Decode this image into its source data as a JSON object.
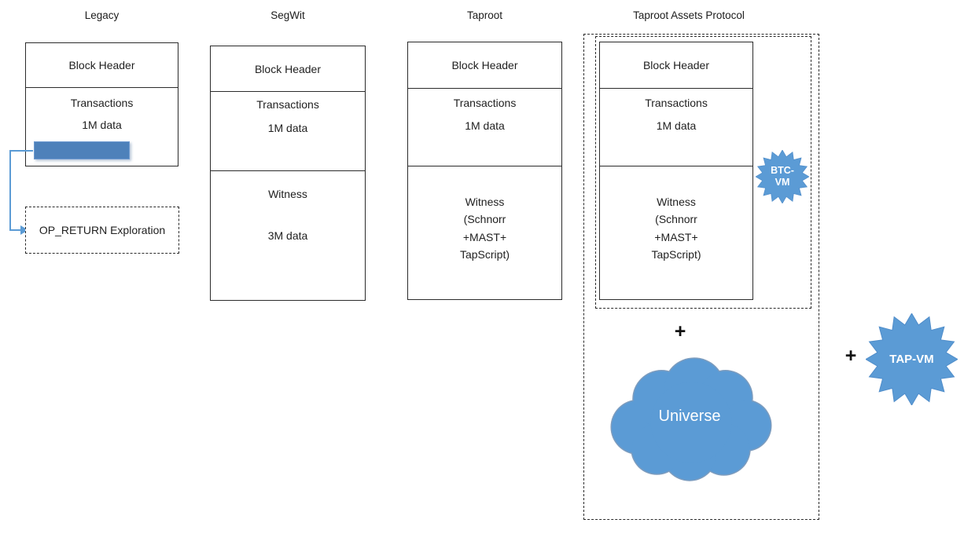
{
  "colors": {
    "accent_blue": "#5b9bd5",
    "bar_blue": "#4e81ba",
    "border_dark": "#2b2b2b"
  },
  "legacy": {
    "title": "Legacy",
    "block_header": "Block Header",
    "transactions": "Transactions",
    "tx_size": "1M data",
    "op_return": "OP_RETURN Exploration"
  },
  "segwit": {
    "title": "SegWit",
    "block_header": "Block Header",
    "transactions": "Transactions",
    "tx_size": "1M data",
    "witness": "Witness",
    "witness_size": "3M data"
  },
  "taproot": {
    "title": "Taproot",
    "block_header": "Block Header",
    "transactions": "Transactions",
    "tx_size": "1M data",
    "witness": [
      "Witness",
      "(Schnorr",
      "+MAST+",
      "TapScript)"
    ]
  },
  "tap_protocol": {
    "title": "Taproot Assets Protocol",
    "block_header": "Block Header",
    "transactions": "Transactions",
    "tx_size": "1M data",
    "witness": [
      "Witness",
      "(Schnorr",
      "+MAST+",
      "TapScript)"
    ],
    "btc_vm": [
      "BTC-",
      "VM"
    ],
    "plus_inner": "+",
    "universe": "Universe",
    "plus_outer": "+",
    "tap_vm": "TAP-VM"
  }
}
